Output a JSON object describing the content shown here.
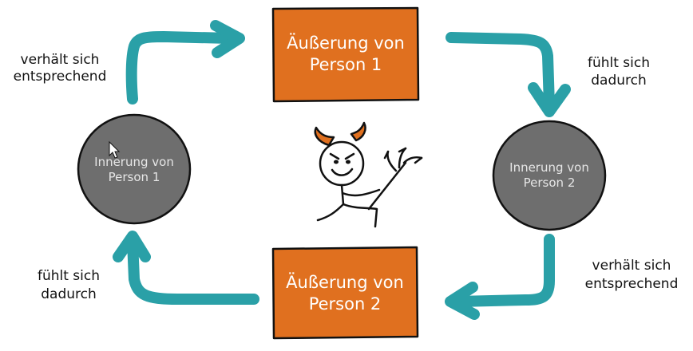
{
  "colors": {
    "box_fill": "#e0701f",
    "circle_fill": "#6e6e6e",
    "arrow": "#2aa0a7",
    "outline": "#111111",
    "box_text": "#ffffff",
    "circle_text": "#e6e6e6",
    "devil_horns": "#e0701f"
  },
  "icons": {
    "devil": "devil-stick-figure-icon",
    "pitchfork": "pitchfork-icon",
    "cursor": "mouse-cursor-icon"
  },
  "boxes": {
    "top": {
      "line1": "Äußerung von",
      "line2": "Person 1"
    },
    "bottom": {
      "line1": "Äußerung von",
      "line2": "Person 2"
    }
  },
  "circles": {
    "left": {
      "line1": "Innerung von",
      "line2": "Person 1"
    },
    "right": {
      "line1": "Innerung von",
      "line2": "Person 2"
    }
  },
  "labels": {
    "top_left": {
      "line1": "verhält sich",
      "line2": "entsprechend"
    },
    "top_right": {
      "line1": "fühlt sich",
      "line2": "dadurch"
    },
    "bottom_right": {
      "line1": "verhält sich",
      "line2": "entsprechend"
    },
    "bottom_left": {
      "line1": "fühlt sich",
      "line2": "dadurch"
    }
  }
}
